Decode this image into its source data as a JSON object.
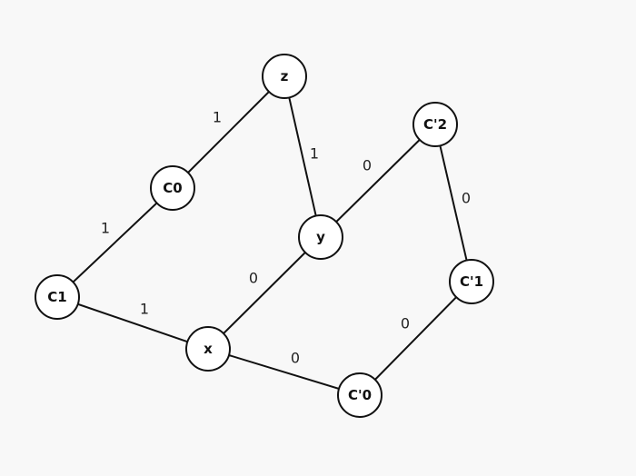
{
  "nodes": {
    "z": "z",
    "c0": "C0",
    "c1": "C1",
    "x": "x",
    "y": "y",
    "cp2": "C'2",
    "cp1": "C'1",
    "cp0": "C'0"
  },
  "edges": {
    "z_c0": "1",
    "c0_c1": "1",
    "z_y": "1",
    "c1_x": "1",
    "x_y": "0",
    "y_cp2": "0",
    "cp2_cp1": "0",
    "cp1_cp0": "0",
    "x_cp0": "0"
  }
}
